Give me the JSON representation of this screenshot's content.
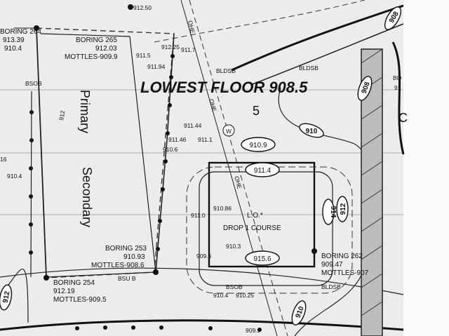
{
  "title": "LOWEST FLOOR 908.5",
  "lot_number": "5",
  "areas": {
    "primary": "Primary",
    "secondary": "Secondary"
  },
  "house": {
    "line1": "L.O.*",
    "line2": "DROP 1 COURSE"
  },
  "ovals": {
    "elev1": "910.9",
    "elev2": "911.4",
    "elev3": "915.6",
    "contour_910_a": "910",
    "contour_910_b": "910",
    "contour_908_a": "908",
    "contour_908_b": "908",
    "contour_912_a": "912",
    "contour_912_b": "912",
    "contour_914": "914"
  },
  "borings": {
    "b264": [
      "BORING 264",
      "913.39",
      "910.4"
    ],
    "b265": [
      "BORING 265",
      "912.03",
      "MOTTLES-909.9"
    ],
    "b253": [
      "BORING 253",
      "910.93",
      "MOTTLES-908.6"
    ],
    "b254": [
      "BORING 254",
      "912.19",
      "MOTTLES-909.5"
    ],
    "b262": [
      "BORING 262",
      "909.47",
      "MOTTLES-907"
    ]
  },
  "spot_elevations": {
    "e1": "912.50",
    "e2": "912.25",
    "e3": "911.7",
    "e4": "911.5",
    "e5": "911.94",
    "e6": "911.44",
    "e7": "911.46",
    "e8": "911.1",
    "e9": "910.6",
    "e10": "911.0",
    "e11": "910.86",
    "e12": "910.3",
    "e13": "909.6",
    "e14": "910.4",
    "e15": "910.25",
    "e16": "909.9",
    "e17": "910.4",
    "e18": "912",
    "e19": "16"
  },
  "setbacks": {
    "bsdb_top": "BLDSB",
    "bsdb_top2": "BLDSB",
    "bsob": "BSOB",
    "bsub": "BSU B",
    "bsob_bottom": "BSOB",
    "bldsb_bottom": "BLDSB"
  },
  "utility": {
    "ohe1": "OHE",
    "ohe2": "OHE",
    "ohe3": "OHE",
    "well_symbol": "W"
  },
  "side": {
    "side_letter": "C",
    "side_text1": "BO",
    "side_text2": "91"
  }
}
